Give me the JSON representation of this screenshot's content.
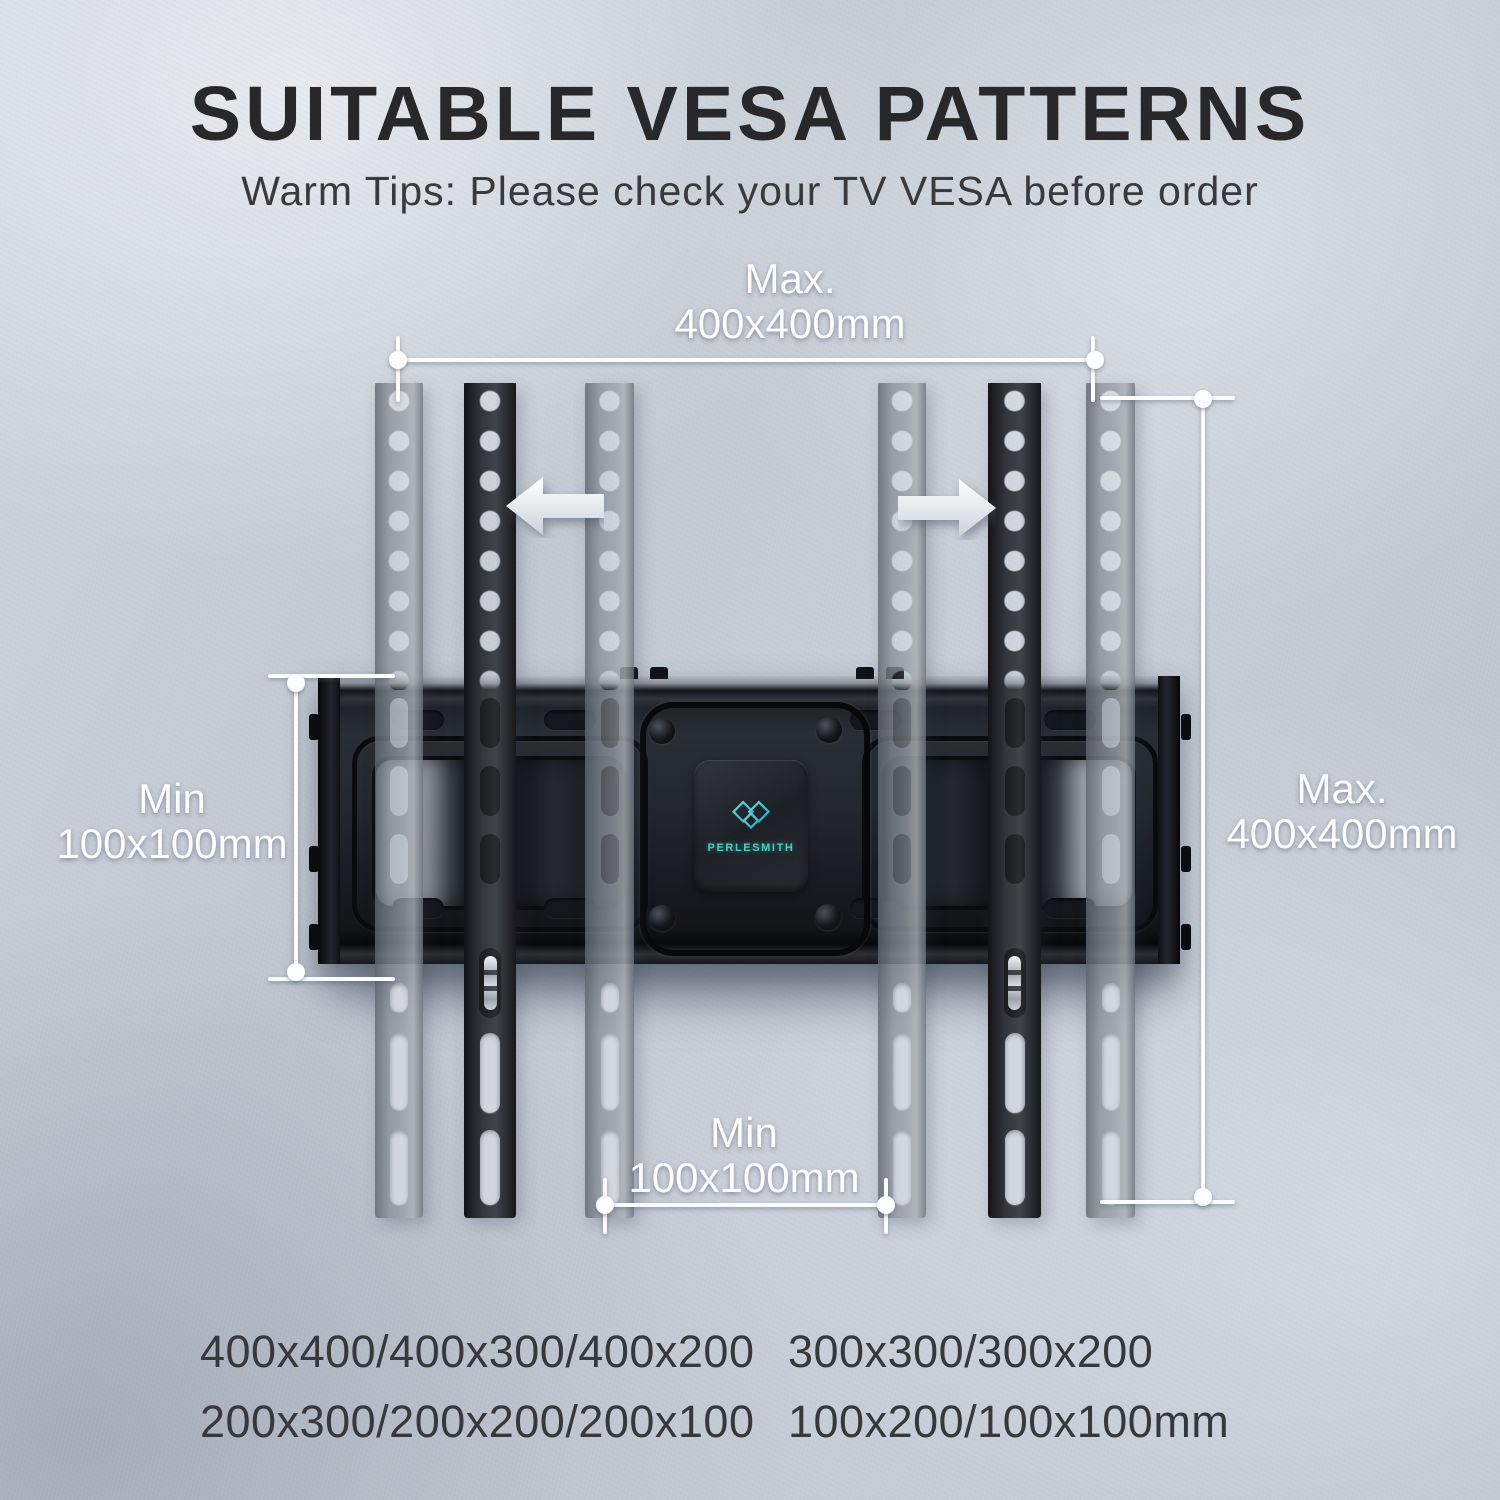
{
  "title": "SUITABLE VESA PATTERNS",
  "subtitle": "Warm Tips: Please check your TV VESA before order",
  "brand": {
    "name": "PERLESMITH"
  },
  "annotations": {
    "top": {
      "line1": "Max.",
      "line2": "400x400mm"
    },
    "right": {
      "line1": "Max.",
      "line2": "400x400mm"
    },
    "left": {
      "line1": "Min",
      "line2": "100x100mm"
    },
    "bottom": {
      "line1": "Min",
      "line2": "100x100mm"
    }
  },
  "vesa_patterns": {
    "row1_left": "400x400/400x300/400x200",
    "row1_right": "300x300/300x200",
    "row2_left": "200x300/200x200/200x100",
    "row2_right": "100x200/100x100mm"
  },
  "colors": {
    "brand_teal": "#49cfc5",
    "dimension_white": "#fbfcfe",
    "mount_black": "#1d2126",
    "wall_gray": "#c6cdd6"
  },
  "icons": {
    "left_arrow": "slide-left-arrow-icon",
    "right_arrow": "slide-right-arrow-icon",
    "logo": "perlesmith-logo-icon"
  }
}
